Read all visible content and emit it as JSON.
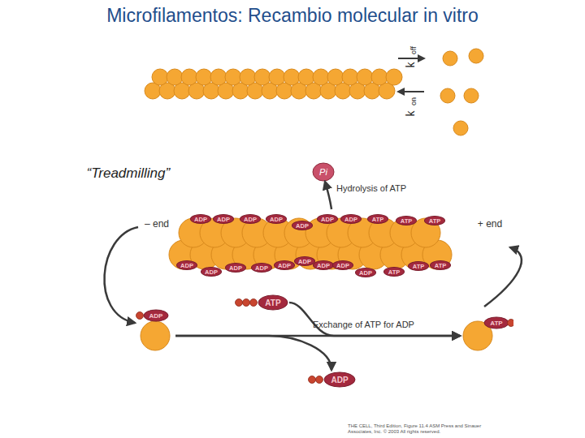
{
  "diagram": {
    "title": "Microfilamentos: Recambio molecular in vitro",
    "caption": "THE CELL, Third Edition, Figure 11.4 ASM Press and Sinauer Associates, Inc. © 2003 All rights reserved.",
    "nodes": [
      {
        "text": [
          "Pi"
        ]
      },
      {
        "text": [
          "– end",
          "+ end"
        ]
      },
      {
        "text": [
          "ATP"
        ]
      },
      {
        "text": [
          "ADP"
        ]
      },
      {
        "text": [
          "ATP"
        ]
      },
      {
        "text": [
          "ADP"
        ]
      }
    ],
    "edges": [
      {
        "from": 1,
        "to": 0,
        "arrow": "to",
        "label": "Hydrolysis of ATP"
      },
      {
        "from": 1,
        "to": 3,
        "arrow": "to"
      },
      {
        "from": 3,
        "to": 4,
        "arrow": "to",
        "label": "Exchange of ATP for ADP"
      },
      {
        "from": 2,
        "to": 4,
        "arrow": "to"
      },
      {
        "from": 3,
        "to": 5,
        "arrow": "to"
      },
      {
        "from": 4,
        "to": 1,
        "arrow": "to"
      }
    ],
    "labels": [
      "k",
      "off",
      "k",
      "on",
      "“Treadmilling”",
      "ADP",
      "ADP",
      "ADP",
      "ADP",
      "ADP",
      "ADP",
      "ADP",
      "ATP",
      "ATP",
      "ATP",
      "ADP",
      "ADP",
      "ADP",
      "ADP",
      "ADP",
      "ADP",
      "ADP",
      "ADP",
      "ADP",
      "ATP",
      "ATP",
      "ATP"
    ]
  }
}
